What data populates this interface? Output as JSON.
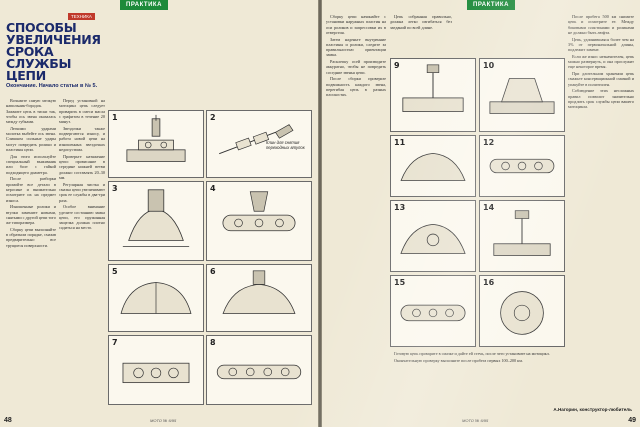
{
  "left_page": {
    "ribbon": "ПРАКТИКА",
    "rubric": "ТЕХНИКА",
    "headline": "СПОСОБЫ УВЕЛИЧЕНИЯ СРОКА СЛУЖБЫ ЦЕПИ",
    "subhead": "Окончание. Начало статьи в № 5.",
    "col1": [
      "Возьмите самую мелкую напильник-бородок. Зажмите цепь в тиски так, чтобы ось звена оказалась между губками.",
      "Легкими ударами молотка выбейте ось звена. Слишком сильные удары могут повредить ролики и пластины цепи.",
      "Для этого используйте специальный выжимник или болт с гайкой подходящего диаметра.",
      "После разборки промойте все детали в керосине и внимательно осмотрите их на предмет износа.",
      "Изношенные ролики и втулки замените новыми, снятыми с другой цепи того же типоразмера.",
      "Сборку цепи выполняйте в обратном порядке, смазав предварительно все трущиеся поверхности."
    ],
    "col2": [
      "Перед установкой на мотоцикл цепь следует проварить в смеси масла с графитом в течение 20 минут.",
      "Звездочки также подвергаются износу, и работа новой цепи на изношенных звездочках недопустима.",
      "Проверьте натяжение цепи: провисание в середине нижней ветви должно составлять 20–30 мм.",
      "Регулярная чистка и смазка цепи увеличивают срок ее службы в два-три раза.",
      "Особое внимание уделите состоянию замка цепи, его пружинная защелка должна плотно садиться на место."
    ],
    "caption": "Клин для снятия переходных втулок",
    "page_number": "48",
    "footer": "МОТО № 6/95"
  },
  "right_page": {
    "ribbon": "ПРАКТИКА",
    "col1": [
      "Сборку цепи начинайте с установки наружных пластин на оси роликов и запрессовки их в отверстия.",
      "Затем наденьте внутренние пластины и ролики, следите за правильностью ориентации замка.",
      "Расклепку осей производите аккуратно, чтобы не повредить соседние звенья цепи.",
      "После сборки проверьте подвижность каждого звена, перегибая цепь в разных плоскостях."
    ],
    "col2": [
      "Цепь собранная правильно, должна легко изгибаться без заеданий по всей длине.",
      "Готовую цепь проварите в смазке и дайте ей стечь, после чего установите на мотоцикл.",
      "Окончательную проверку выполните после пробега первых 100–200 км."
    ],
    "col3": [
      "После пробега 500 км снимите цепь и осмотрите ее. Между боковыми пластинами и роликами не должно быть люфта.",
      "Цепь, удлинившаяся более чем на 3% от первоначальной длины, подлежит замене.",
      "Если же износ незначителен, цепь можно развернуть, и она прослужит еще некоторое время.",
      "При длительном хранении цепь смажьте консервационной смазкой и упакуйте в полиэтилен.",
      "Соблюдение этих несложных правил позволит значительно продлить срок службы цепи вашего мотоцикла."
    ],
    "author": "А.Нагорин, конструктор-любитель",
    "page_number": "49",
    "footer": "МОТО № 6/95"
  },
  "panels": [
    {
      "num": "1"
    },
    {
      "num": "2"
    },
    {
      "num": "3"
    },
    {
      "num": "4"
    },
    {
      "num": "5"
    },
    {
      "num": "6"
    },
    {
      "num": "7"
    },
    {
      "num": "8"
    },
    {
      "num": "9"
    },
    {
      "num": "10"
    },
    {
      "num": "11"
    },
    {
      "num": "12"
    },
    {
      "num": "13"
    },
    {
      "num": "14"
    },
    {
      "num": "15"
    },
    {
      "num": "16"
    }
  ]
}
